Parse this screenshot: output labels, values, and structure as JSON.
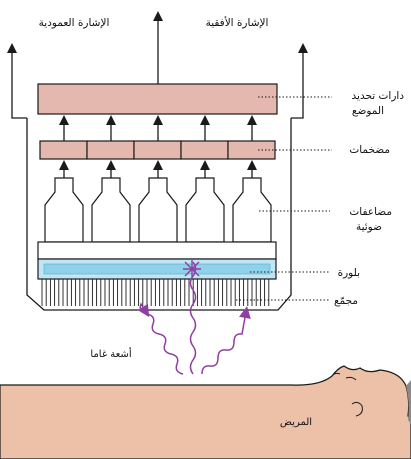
{
  "labels": {
    "vertical_signal": "الإشارة العمودية",
    "horizontal_signal": "الإشارة الأفقية",
    "position_circuits_line1": "دارات تحديد",
    "position_circuits_line2": "الموضع",
    "amplifiers": "مضخمات",
    "photomultipliers_line1": "مضاعفات",
    "photomultipliers_line2": "ضوئية",
    "crystal": "بلورة",
    "collimator": "مجمّع",
    "gamma_rays": "أشعة غاما",
    "patient": "المريض"
  },
  "colors": {
    "block_fill": "#e4b8ae",
    "crystal_fill": "#bfe6f4",
    "crystal_band": "#8fd0ea",
    "ray_color": "#8e3fa0",
    "skin_fill": "#ecc1a8",
    "hair_fill": "#8a8a8a",
    "outline": "#1a1a1a"
  }
}
